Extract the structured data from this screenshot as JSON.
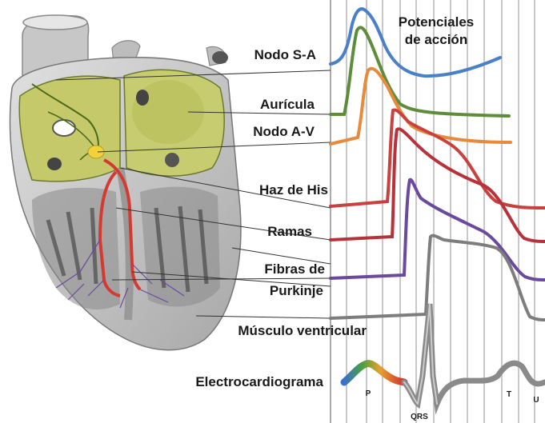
{
  "title": {
    "line1": "Potenciales",
    "line2": "de acción"
  },
  "labels": {
    "nodo_sa": "Nodo S-A",
    "auricula": "Aurícula",
    "nodo_av": "Nodo A-V",
    "haz_his": "Haz de His",
    "ramas": "Ramas",
    "fibras_1": "Fibras de",
    "fibras_2": "Purkinje",
    "musculo": "Músculo ventricular",
    "ecg": "Electrocardiograma"
  },
  "ecg_waves": {
    "p": "P",
    "qrs": "QRS",
    "t": "T",
    "u": "U"
  },
  "colors": {
    "nodo_sa": "#4a7fc9",
    "auricula": "#5e8d3a",
    "nodo_av": "#e88a3c",
    "haz_his": "#c8413f",
    "ramas": "#b8323c",
    "purkinje": "#6b4a9e",
    "musculo": "#7d7d7d",
    "heart_wall": "#c9c9c9",
    "atrium_fill": "#c5c96a",
    "conduction": "#d43a2f",
    "node": "#f2d23a"
  }
}
